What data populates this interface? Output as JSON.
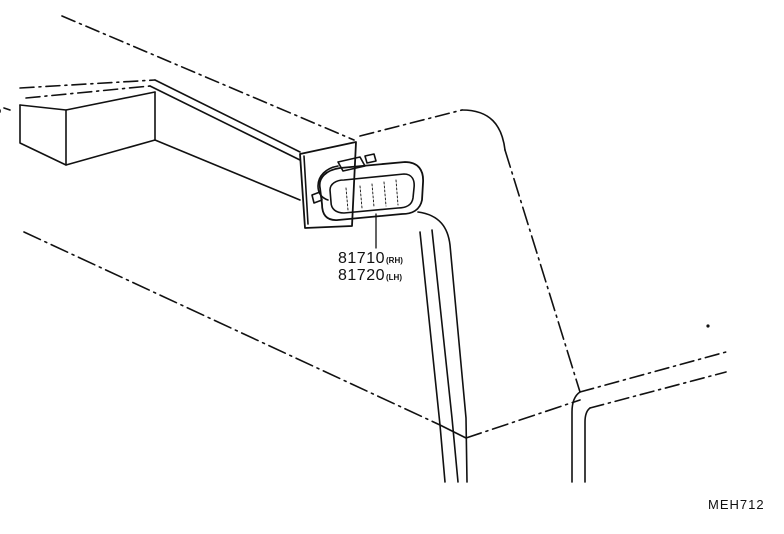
{
  "callouts": {
    "rh": {
      "number": "81710",
      "side": "(RH)"
    },
    "lh": {
      "number": "81720",
      "side": "(LH)"
    }
  },
  "reference_code": "MEH712",
  "colors": {
    "line": "#111111",
    "background": "#ffffff"
  }
}
